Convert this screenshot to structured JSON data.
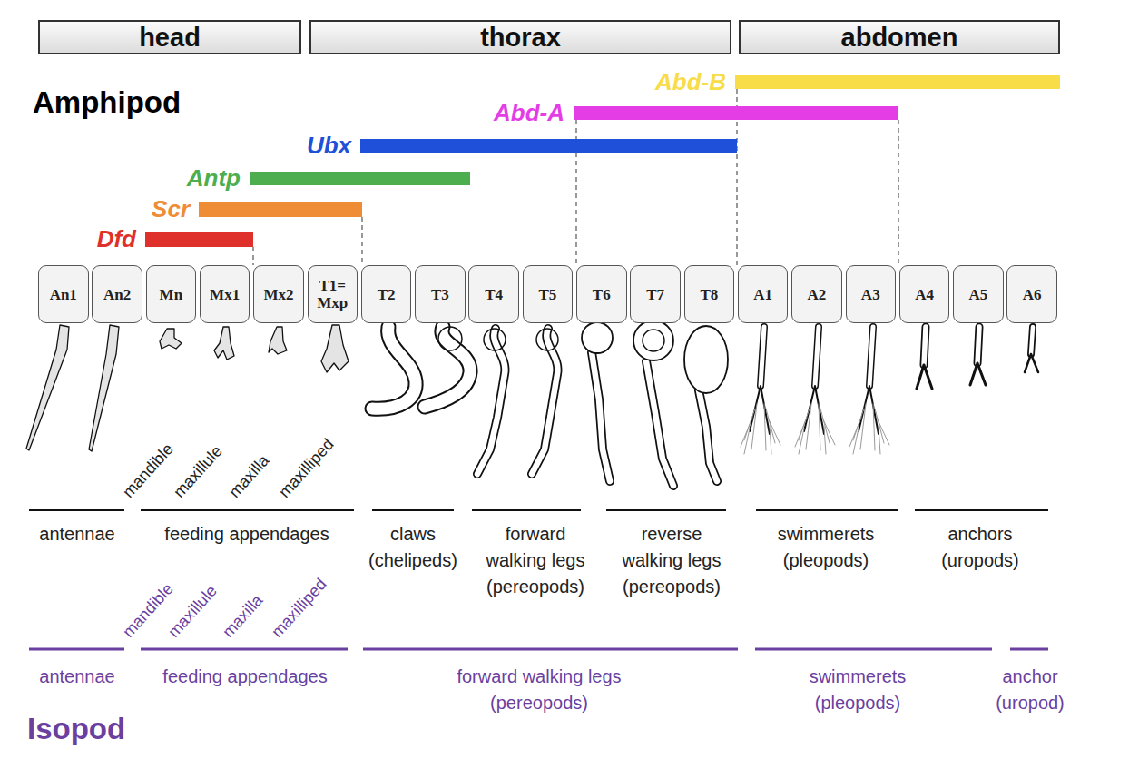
{
  "diagram": {
    "nodes": [
      {
        "text": [
          "head"
        ]
      },
      {
        "text": [
          "thorax"
        ]
      },
      {
        "text": [
          "abdomen"
        ]
      },
      {
        "text": [
          "Abd-B"
        ]
      },
      {
        "text": [
          "Abd-A"
        ]
      },
      {
        "text": [
          "Ubx"
        ]
      },
      {
        "text": [
          "Antp"
        ]
      },
      {
        "text": [
          "Scr"
        ]
      },
      {
        "text": [
          "Dfd"
        ]
      },
      {
        "text": [
          "An1"
        ]
      },
      {
        "text": [
          "An2"
        ]
      },
      {
        "text": [
          "Mn"
        ]
      },
      {
        "text": [
          "Mx1"
        ]
      },
      {
        "text": [
          "Mx2"
        ]
      },
      {
        "text": [
          "T1= Mxp"
        ]
      },
      {
        "text": [
          "T2"
        ]
      },
      {
        "text": [
          "T3"
        ]
      },
      {
        "text": [
          "T4"
        ]
      },
      {
        "text": [
          "T5"
        ]
      },
      {
        "text": [
          "T6"
        ]
      },
      {
        "text": [
          "T7"
        ]
      },
      {
        "text": [
          "T8"
        ]
      },
      {
        "text": [
          "A1"
        ]
      },
      {
        "text": [
          "A2"
        ]
      },
      {
        "text": [
          "A3"
        ]
      },
      {
        "text": [
          "A4"
        ]
      },
      {
        "text": [
          "A5"
        ]
      },
      {
        "text": [
          "A6"
        ]
      }
    ],
    "labels": [
      "Amphipod",
      "mandible",
      "maxillule",
      "maxilla",
      "maxilliped",
      "antennae",
      "feeding appendages",
      "claws (chelipeds)",
      "forward walking legs (pereopods)",
      "reverse walking legs (pereopods)",
      "swimmerets (pleopods)",
      "anchors (uropods)",
      "mandible",
      "maxillule",
      "maxilla",
      "maxilliped",
      "antennae",
      "feeding appendages",
      "forward walking legs (pereopods)",
      "swimmerets (pleopods)",
      "anchor (uropod)",
      "Isopod"
    ]
  }
}
